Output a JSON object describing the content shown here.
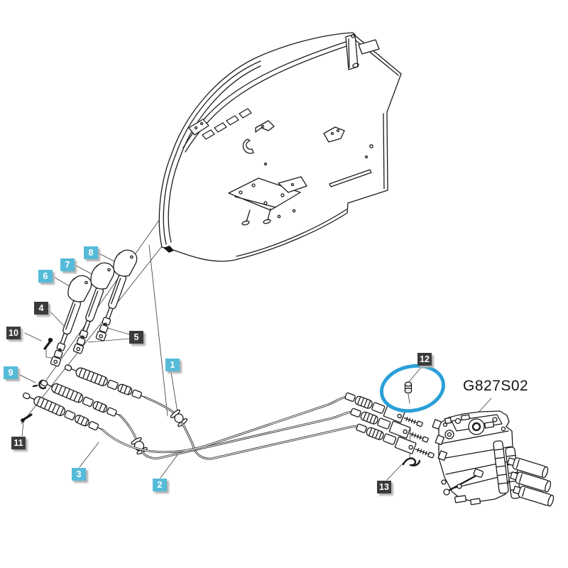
{
  "part_code": "G827S02",
  "colors": {
    "callout-primary": "#55bbd9",
    "callout-secondary": "#3b3b3b",
    "highlight": "#2a9fd8",
    "line-art": "#1b1b1b"
  },
  "callouts": [
    {
      "number": "1",
      "style": "primary"
    },
    {
      "number": "2",
      "style": "primary"
    },
    {
      "number": "3",
      "style": "primary"
    },
    {
      "number": "4",
      "style": "secondary"
    },
    {
      "number": "5",
      "style": "secondary"
    },
    {
      "number": "6",
      "style": "primary"
    },
    {
      "number": "7",
      "style": "primary"
    },
    {
      "number": "8",
      "style": "primary"
    },
    {
      "number": "9",
      "style": "primary"
    },
    {
      "number": "10",
      "style": "secondary"
    },
    {
      "number": "11",
      "style": "secondary"
    },
    {
      "number": "12",
      "style": "secondary"
    },
    {
      "number": "13",
      "style": "secondary"
    }
  ]
}
